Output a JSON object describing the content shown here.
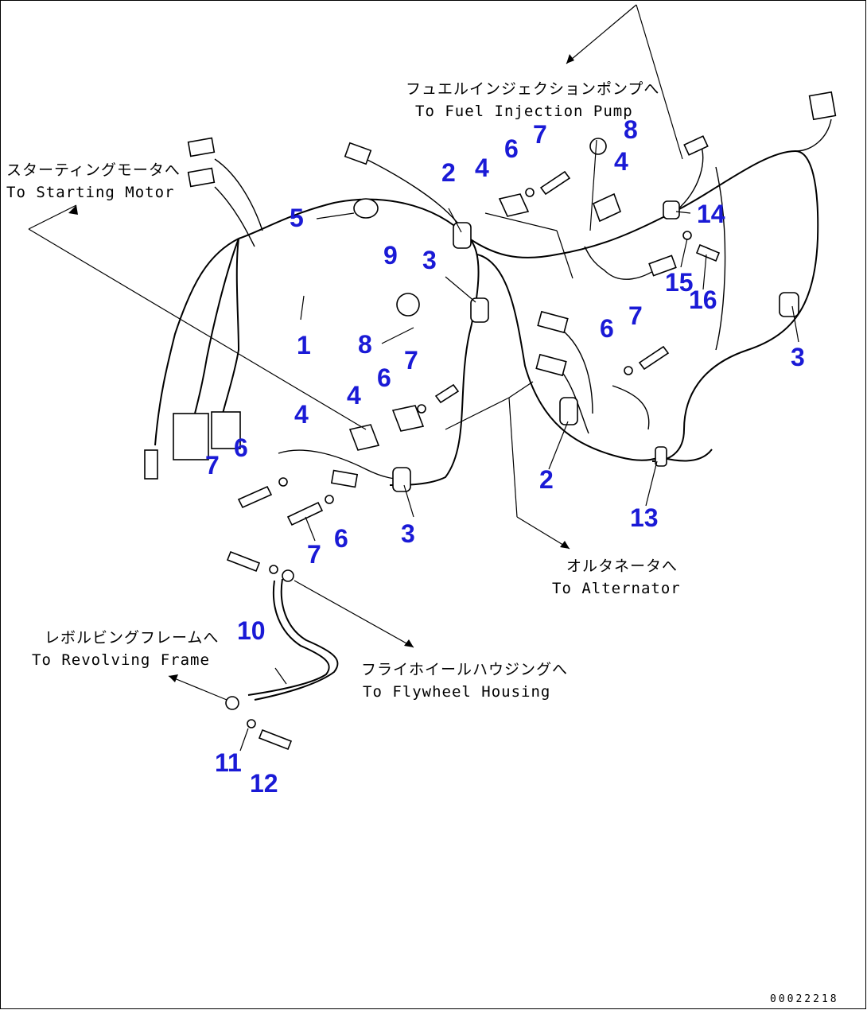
{
  "destinations": {
    "fuel_pump_ja": "フュエルインジェクションポンプへ",
    "fuel_pump_en": "To Fuel Injection Pump",
    "starting_motor_ja": "スターティングモータへ",
    "starting_motor_en": "To Starting Motor",
    "alternator_ja": "オルタネータへ",
    "alternator_en": "To Alternator",
    "revolving_frame_ja": "レボルビングフレームへ",
    "revolving_frame_en": "To Revolving Frame",
    "flywheel_ja": "フライホイールハウジングへ",
    "flywheel_en": "To Flywheel Housing"
  },
  "callouts": {
    "c1": "1",
    "c2a": "2",
    "c2b": "2",
    "c3a": "3",
    "c3b": "3",
    "c3c": "3",
    "c4a": "4",
    "c4b": "4",
    "c4c": "4",
    "c4d": "4",
    "c5": "5",
    "c6a": "6",
    "c6b": "6",
    "c6c": "6",
    "c6d": "6",
    "c6e": "6",
    "c7a": "7",
    "c7b": "7",
    "c7c": "7",
    "c7d": "7",
    "c7e": "7",
    "c8a": "8",
    "c8b": "8",
    "c9": "9",
    "c10": "10",
    "c11": "11",
    "c12": "12",
    "c13": "13",
    "c14": "14",
    "c15": "15",
    "c16": "16"
  },
  "doc_number": "00022218"
}
